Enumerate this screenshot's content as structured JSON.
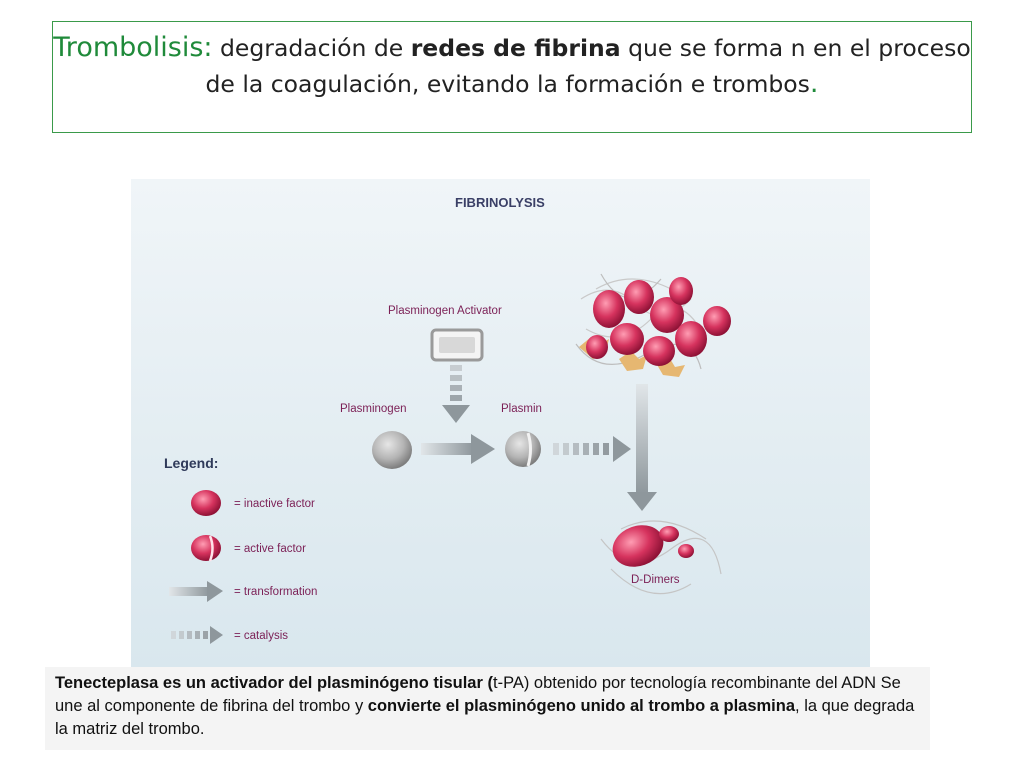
{
  "heading": {
    "term": "Trombolisis:",
    "part1": " degradación de ",
    "bold1": "redes de fibrina",
    "part2": " que se forma n en el proceso de la coagulación, evitando la formación e trombos",
    "period": "."
  },
  "diagram": {
    "title": "FIBRINOLYSIS",
    "activator_label": "Plasminogen Activator",
    "plasminogen_label": "Plasminogen",
    "plasmin_label": "Plasmin",
    "ddimers_label": "D-Dimers",
    "legend": {
      "title": "Legend:",
      "items": [
        {
          "label": "= inactive factor",
          "icon": "inactive-factor-icon"
        },
        {
          "label": "= active factor",
          "icon": "active-factor-icon"
        },
        {
          "label": "= transformation",
          "icon": "transformation-arrow-icon"
        },
        {
          "label": "= catalysis",
          "icon": "catalysis-arrow-icon"
        }
      ]
    },
    "colors": {
      "factor": "#d6335e",
      "label": "#7b1f55",
      "arrow": "#9aa3a8",
      "heading_green": "#1f8a3a",
      "box_border": "#3a9a4a"
    }
  },
  "caption": {
    "b1": "Tenecteplasa es un activador del plasminógeno tisular (",
    "t1": "t-PA) obtenido por tecnología recombinante del ADN Se une al componente de fibrina del  trombo y ",
    "b2": "convierte el plasminógeno unido al trombo a plasmina",
    "t2": ", la que degrada la matriz del trombo."
  }
}
